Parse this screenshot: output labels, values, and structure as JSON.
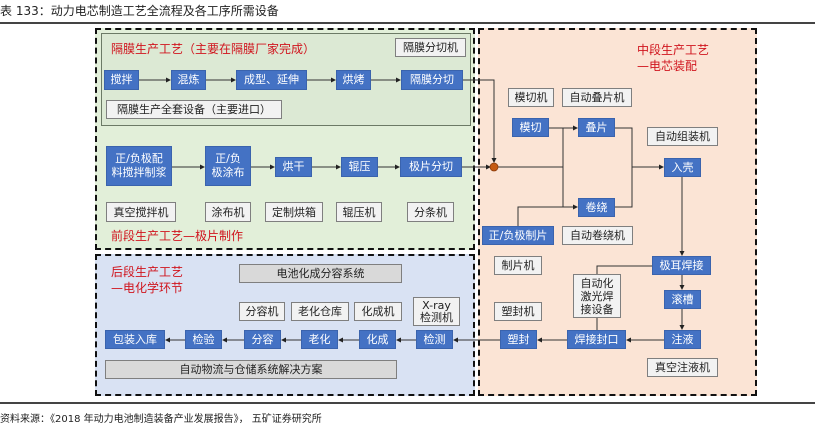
{
  "caption": "表 133：动力电芯制造工艺全流程及各工序所需设备",
  "source": "资料来源：《2018 年动力电池制造装备产业发展报告》，  五矿证券研究所",
  "colors": {
    "process_box": "#4472c4",
    "title_red": "#d0141d",
    "front_bg": "#e2efd9",
    "mid_bg": "#fbe4d5",
    "back_bg": "#d9e2f3",
    "junction": "#c55a11"
  },
  "separator": {
    "title": "隔膜生产工艺（主要在隔膜厂家完成）",
    "equipment_top": "隔膜分切机",
    "steps": [
      "搅拌",
      "混炼",
      "成型、延伸",
      "烘烤",
      "隔膜分切"
    ],
    "equipment_bottom": "隔膜生产全套设备（主要进口）"
  },
  "front": {
    "title": "前段生产工艺—极片制作",
    "steps": [
      "正/负极配\n料搅拌制浆",
      "正/负\n极涂布",
      "烘干",
      "辊压",
      "极片分切"
    ],
    "equipment": [
      "真空搅拌机",
      "涂布机",
      "定制烘箱",
      "辊压机",
      "分条机"
    ]
  },
  "middle": {
    "title_line1": "中段生产工艺",
    "title_line2": "—电芯装配",
    "steps": {
      "die_cut": "模切",
      "stack": "叠片",
      "wind": "卷绕",
      "electrode": "正/负极制片",
      "casing": "入壳",
      "tab_weld": "极耳焊接",
      "groove": "滚槽",
      "inject": "注液",
      "weld_seal": "焊接封口",
      "plastic_seal": "塑封"
    },
    "equipment": {
      "die_cutter": "模切机",
      "auto_stacker": "自动叠片机",
      "auto_assembler": "自动组装机",
      "auto_winder": "自动卷绕机",
      "electrode_machine": "制片机",
      "laser_welder": "自动化\n激光焊\n接设备",
      "plastic_sealer": "塑封机",
      "vacuum_injector": "真空注液机"
    }
  },
  "back": {
    "title_line1": "后段生产工艺",
    "title_line2": "—电化学环节",
    "system": "电池化成分容系统",
    "equipment": [
      "分容机",
      "老化仓库",
      "化成机",
      "X-ray\n检测机"
    ],
    "steps": [
      "包装入库",
      "检验",
      "分容",
      "老化",
      "化成",
      "检测"
    ],
    "logistics": "自动物流与仓储系统解决方案"
  }
}
